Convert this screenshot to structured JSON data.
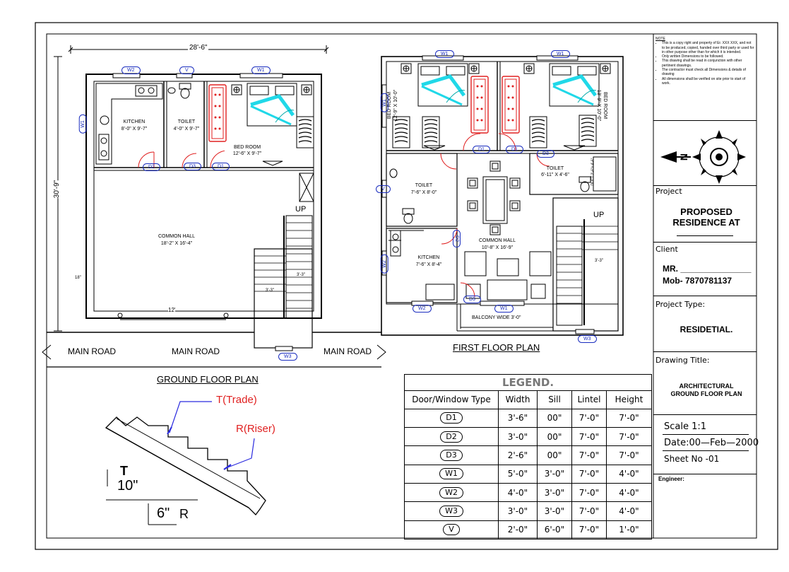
{
  "ground": {
    "width_dim": "28'-6\"",
    "height_dim": "30'-9\"",
    "kitchen": {
      "name": "KITCHEN",
      "size": "8'-0\" X 9'-7\""
    },
    "toilet": {
      "name": "TOILET",
      "size": "4'-0\" X 9'-7\""
    },
    "bedroom": {
      "name": "BED ROOM",
      "size": "12'-6\" X 9'-7\""
    },
    "hall": {
      "name": "COMMON HALL",
      "size": "18'-2\" X 16'-4\""
    },
    "up": "UP",
    "dim_12": "12'",
    "dim_3_3a": "3'-3\"",
    "dim_3_3b": "3'-3\"",
    "dim_18": "18\"",
    "main_road": "MAIN ROAD",
    "title": "GROUND FLOOR PLAN",
    "tags": [
      "W2",
      "V",
      "W1",
      "W1",
      "D2",
      "D3",
      "D1",
      "W3"
    ]
  },
  "first": {
    "bed_left": {
      "name": "BED ROOM",
      "size": "12'-9\" X 10'-0\""
    },
    "bed_right": {
      "name": "BED ROOM",
      "size": "13'-9\" X 10'-0\""
    },
    "toilet_left": {
      "name": "TOILET",
      "size": "7'-6\" X 8'-0\""
    },
    "toilet_right": {
      "name": "TOILET",
      "size": "6'-11\" X 4'-6\""
    },
    "duct": "DUCT 2'-6\"x 4'-6\"",
    "kitchen": {
      "name": "KITCHEN",
      "size": "7'-6\" X 8'-4\""
    },
    "hall": {
      "name": "COMMON HALL",
      "size": "10'-8\" X 16'-9\""
    },
    "balcony": "BALCONY WIDE 3'-0\"",
    "up": "UP",
    "dim_3_3": "3'-3\"",
    "title": "FIRST FLOOR PLAN",
    "tags": [
      "W1",
      "W1",
      "W1",
      "D1",
      "D1",
      "D3",
      "V",
      "D2",
      "W2",
      "D3",
      "W2",
      "W1",
      "W3"
    ]
  },
  "stair": {
    "trade": "T(Trade)",
    "riser": "R(Riser)",
    "t_letter": "T",
    "t_value": "10\"",
    "r_value": "6\"",
    "r_letter": "R"
  },
  "legend": {
    "title": "LEGEND.",
    "headers": [
      "Door/Window Type",
      "Width",
      "Sill",
      "Lintel",
      "Height"
    ],
    "rows": [
      [
        "D1",
        "3'-6\"",
        "00\"",
        "7'-0\"",
        "7'-0\""
      ],
      [
        "D2",
        "3'-0\"",
        "00\"",
        "7'-0\"",
        "7'-0\""
      ],
      [
        "D3",
        "2'-6\"",
        "00\"",
        "7'-0\"",
        "7'-0\""
      ],
      [
        "W1",
        "5'-0\"",
        "3'-0\"",
        "7'-0\"",
        "4'-0\""
      ],
      [
        "W2",
        "4'-0\"",
        "3'-0\"",
        "7'-0\"",
        "4'-0\""
      ],
      [
        "W3",
        "3'-0\"",
        "3'-0\"",
        "7'-0\"",
        "4'-0\""
      ],
      [
        "V",
        "2'-0\"",
        "6'-0\"",
        "7'-0\"",
        "1'-0\""
      ]
    ]
  },
  "titleblock": {
    "note_title": "NOTE",
    "notes": [
      "This is a copy right and property of Er. XXX XXX, and not to be produced, copied, handed over third party or used for in other purpose other than for which it is intended.",
      "Only written Dimensions to be followed.",
      "This drawing shall be read in conjunction with other pertinent drawings.",
      "The contractor must check all Dimensions & details of drawing",
      "All dimensions shall be verified on site prior to start of work."
    ],
    "north": "N",
    "project_label": "Project",
    "project_value_1": "PROPOSED",
    "project_value_2": "RESIDENCE AT",
    "client_label": "Client",
    "client_name": "MR. _______________",
    "client_mob": "Mob- 7870781137",
    "type_label": "Project Type:",
    "type_value": "RESIDETIAL.",
    "drawing_label": "Drawing Title:",
    "drawing_value_1": "ARCHITECTURAL",
    "drawing_value_2": "GROUND FLOOR PLAN",
    "scale": "Scale 1:1",
    "date": "Date:00—Feb—2000",
    "sheet": "Sheet No -01",
    "engineer": "Engineer:"
  }
}
